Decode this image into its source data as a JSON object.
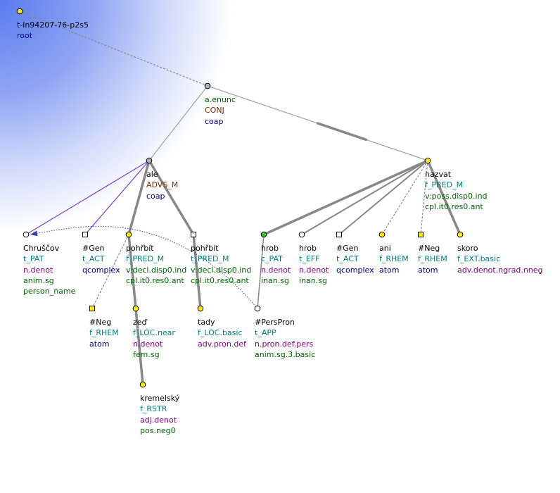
{
  "colors": {
    "node_gray": "#b0b0b0",
    "node_yellow": "#ffee00",
    "node_green": "#33cc33",
    "edge_gray": "#888888",
    "edge_purple": "#7a3fd6",
    "coref_blue": "#3344aa"
  },
  "nodes": [
    {
      "id": "root",
      "shape": "circle",
      "fill": "yellow",
      "lines": [
        "t-ln94207-76-p2s5",
        "root"
      ],
      "colors": [
        "black",
        "navy"
      ]
    },
    {
      "id": "enunc",
      "shape": "circle",
      "fill": "gray",
      "lines": [
        "a.enunc",
        "CONJ",
        "coap"
      ],
      "colors": [
        "green",
        "brown",
        "navy"
      ]
    },
    {
      "id": "ale",
      "shape": "circle",
      "fill": "gray",
      "lines": [
        "ale",
        "ADVS_M",
        "coap"
      ],
      "colors": [
        "black",
        "brown",
        "navy"
      ]
    },
    {
      "id": "nazvat",
      "shape": "circle",
      "fill": "yellow",
      "lines": [
        "nazvat",
        "f_PRED_M",
        "v:poss.disp0.ind",
        "cpl.it0.res0.ant"
      ],
      "colors": [
        "black",
        "teal",
        "green",
        "green"
      ]
    },
    {
      "id": "chruscov",
      "shape": "circle",
      "fill": "white",
      "lines": [
        "Chruščov",
        "t_PAT",
        "n.denot",
        "anim.sg",
        "person_name"
      ],
      "colors": [
        "black",
        "teal",
        "purple",
        "green",
        "green"
      ]
    },
    {
      "id": "gen1",
      "shape": "square",
      "fill": "white",
      "lines": [
        "#Gen",
        "t_ACT",
        "qcomplex"
      ],
      "colors": [
        "black",
        "teal",
        "navy"
      ]
    },
    {
      "id": "pohrbit1",
      "shape": "circle",
      "fill": "yellow",
      "lines": [
        "pohřbít",
        "f_PRED_M",
        "v:decl.disp0.ind",
        "cpl.it0.res0.ant"
      ],
      "colors": [
        "black",
        "teal",
        "green",
        "green"
      ]
    },
    {
      "id": "pohrbit2",
      "shape": "square",
      "fill": "white",
      "lines": [
        "pohřbít",
        "t_PRED_M",
        "v:decl.disp0.ind",
        "cpl.it0.res0.ant"
      ],
      "colors": [
        "black",
        "teal",
        "green",
        "green"
      ]
    },
    {
      "id": "hrob1",
      "shape": "circle",
      "fill": "green",
      "lines": [
        "hrob",
        "c_PAT",
        "n.denot",
        "inan.sg"
      ],
      "colors": [
        "black",
        "teal",
        "purple",
        "green"
      ]
    },
    {
      "id": "hrob2",
      "shape": "circle",
      "fill": "white",
      "lines": [
        "hrob",
        "t_EFF",
        "n.denot",
        "inan.sg"
      ],
      "colors": [
        "black",
        "teal",
        "purple",
        "green"
      ]
    },
    {
      "id": "gen2",
      "shape": "square",
      "fill": "white",
      "lines": [
        "#Gen",
        "t_ACT",
        "qcomplex"
      ],
      "colors": [
        "black",
        "teal",
        "navy"
      ]
    },
    {
      "id": "ani",
      "shape": "circle",
      "fill": "yellow",
      "lines": [
        "ani",
        "f_RHEM",
        "atom"
      ],
      "colors": [
        "black",
        "teal",
        "navy"
      ]
    },
    {
      "id": "neg2",
      "shape": "square",
      "fill": "yellow",
      "lines": [
        "#Neg",
        "f_RHEM",
        "atom"
      ],
      "colors": [
        "black",
        "teal",
        "navy"
      ]
    },
    {
      "id": "skoro",
      "shape": "circle",
      "fill": "yellow",
      "lines": [
        "skoro",
        "f_EXT.basic",
        "adv.denot.ngrad.nneg"
      ],
      "colors": [
        "black",
        "teal",
        "purple"
      ]
    },
    {
      "id": "neg1",
      "shape": "square",
      "fill": "yellow",
      "lines": [
        "#Neg",
        "f_RHEM",
        "atom"
      ],
      "colors": [
        "black",
        "teal",
        "navy"
      ]
    },
    {
      "id": "zed",
      "shape": "circle",
      "fill": "yellow",
      "lines": [
        "zeď",
        "f_LOC.near",
        "n.denot",
        "fem.sg"
      ],
      "colors": [
        "black",
        "teal",
        "purple",
        "green"
      ]
    },
    {
      "id": "tady",
      "shape": "circle",
      "fill": "yellow",
      "lines": [
        "tady",
        "f_LOC.basic",
        "adv.pron.def"
      ],
      "colors": [
        "black",
        "teal",
        "purple"
      ]
    },
    {
      "id": "perspron",
      "shape": "circle",
      "fill": "white",
      "lines": [
        "#PersPron",
        "t_APP",
        "n.pron.def.pers",
        "anim.sg.3.basic"
      ],
      "colors": [
        "black",
        "teal",
        "purple",
        "green"
      ]
    },
    {
      "id": "kremelsky",
      "shape": "circle",
      "fill": "yellow",
      "lines": [
        "kremelský",
        "f_RSTR",
        "adj.denot",
        "pos.neg0"
      ],
      "colors": [
        "black",
        "teal",
        "purple",
        "green"
      ]
    }
  ]
}
